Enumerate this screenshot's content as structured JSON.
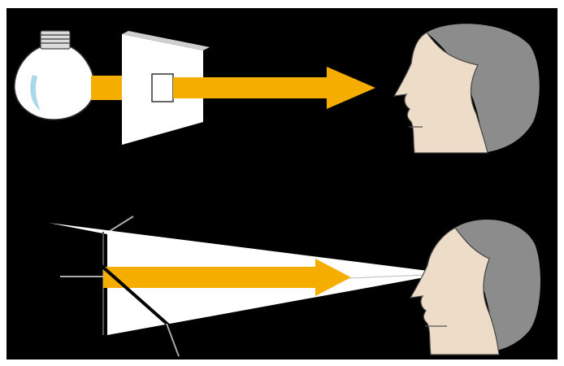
{
  "colors": {
    "background": "#000000",
    "frame": "#ffffff",
    "beam": "#f5ad00",
    "skin": "#ecdcc8",
    "hair": "#8c8c8c",
    "filter": "#ffffff",
    "bulb_glass": "#ffffff",
    "bulb_highlight": "#a9d7ec",
    "outline": "#333333"
  },
  "panels": [
    {
      "id": "top",
      "elements": [
        "light-bulb",
        "filter-plate",
        "light-beam-arrow",
        "observer-head"
      ]
    },
    {
      "id": "bottom",
      "elements": [
        "light-cone",
        "mirror-line",
        "reflected-beam-arrow",
        "observer-head"
      ]
    }
  ]
}
